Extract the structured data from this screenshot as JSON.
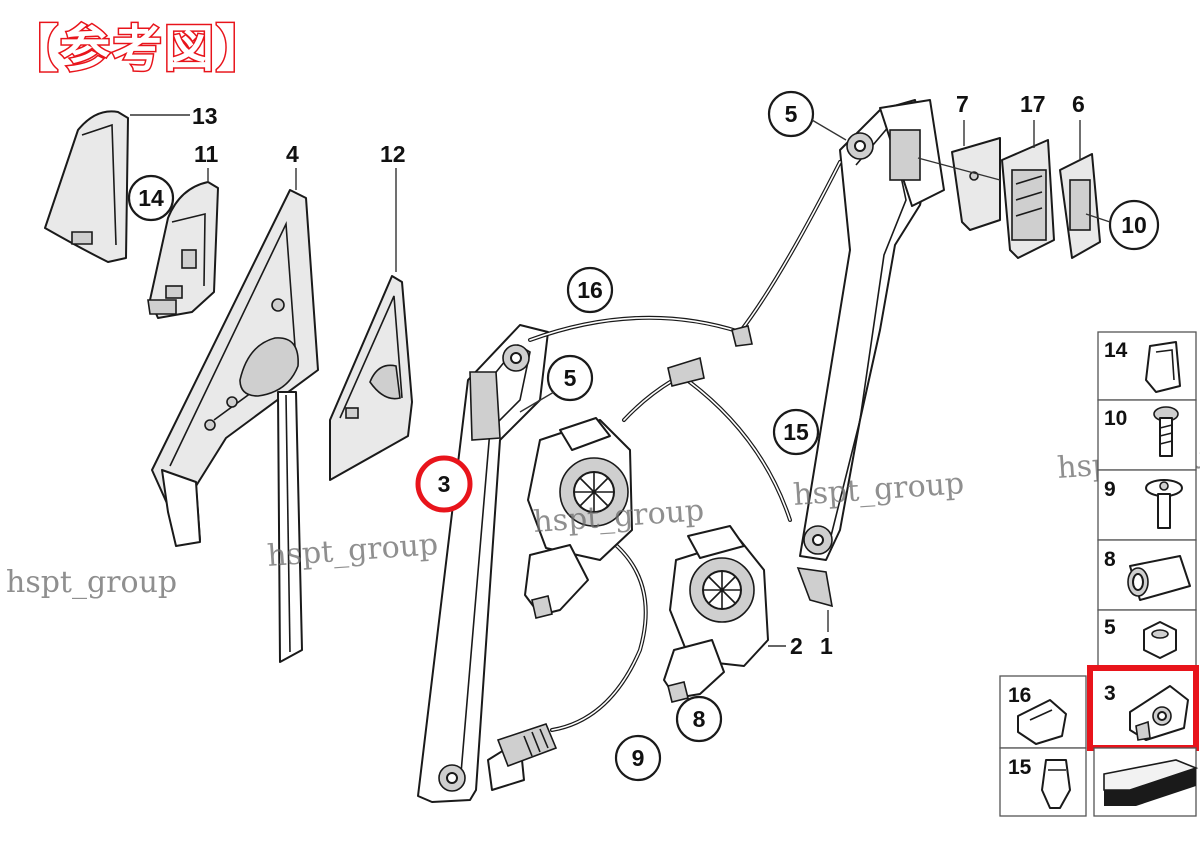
{
  "header": {
    "title": "【参考図】"
  },
  "watermarks": [
    "hspt_group",
    "hspt_group",
    "hspt_group",
    "hspt_group",
    "hspt_group"
  ],
  "callouts": {
    "c13": "13",
    "c11": "11",
    "c4": "4",
    "c12": "12",
    "c14": "14",
    "c5_top": "5",
    "c7": "7",
    "c17": "17",
    "c6": "6",
    "c10": "10",
    "c16": "16",
    "c5_mid": "5",
    "c3_main": "3",
    "c15": "15",
    "c2": "2",
    "c1": "1",
    "c8": "8",
    "c9": "9"
  },
  "legend": {
    "items": [
      {
        "label": "14",
        "icon": "clip-icon"
      },
      {
        "label": "10",
        "icon": "bolt-icon"
      },
      {
        "label": "9",
        "icon": "screw-icon"
      },
      {
        "label": "8",
        "icon": "bushing-icon"
      },
      {
        "label": "5",
        "icon": "nut-icon"
      },
      {
        "label": "16",
        "icon": "cable-clip-icon"
      },
      {
        "label": "3",
        "icon": "carrier-clip-icon"
      },
      {
        "label": "15",
        "icon": "guide-clip-icon"
      }
    ],
    "highlight_color": "#e8141b"
  }
}
